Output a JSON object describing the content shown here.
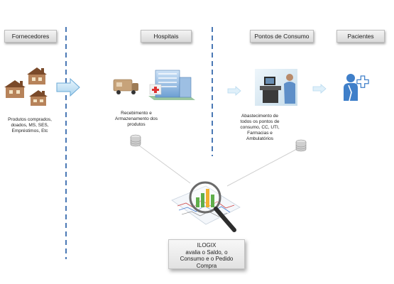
{
  "headers": {
    "fornecedores": "Fornecedores",
    "hospitais": "Hospitais",
    "pontos_consumo": "Pontos de Consumo",
    "pacientes": "Pacientes"
  },
  "captions": {
    "fornecedores": [
      "Produtos comprados,",
      "doados, MS, SES,",
      "Empréstimos, Etc"
    ],
    "hospitais": [
      "Recebimento e",
      "Armazenamento dos",
      "produtos"
    ],
    "pontos_consumo": [
      "Abastecimento de",
      "todos os pontos de",
      "consumo, CC, UTI,",
      "Farmacias e",
      "Ambulatórios"
    ]
  },
  "ilogix_box": [
    "ILOGIX",
    "avalia o Saldo, o",
    "Consumo e o Pedido",
    "Compra"
  ],
  "colors": {
    "divider": "#4a78b5",
    "arrow": "#cfe6f5",
    "arrow_stroke": "#6aa9d6"
  }
}
